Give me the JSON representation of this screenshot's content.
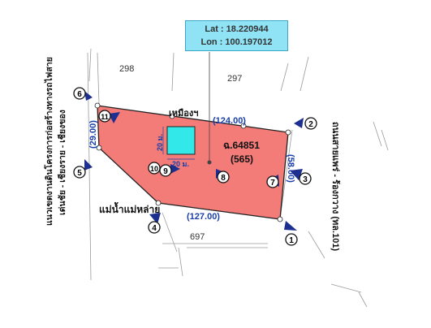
{
  "location": {
    "lat_label": "Lat : 18.220944",
    "lon_label": "Lon : 100.197012"
  },
  "parcel": {
    "deed_no": "ฉ.64851",
    "lot_no": "(565)",
    "fill_color": "#f37b78"
  },
  "dimensions": {
    "top": "(124.00)",
    "right": "(58.00)",
    "bottom": "(127.00)",
    "left": "(29.00)"
  },
  "building": {
    "width_label": "20 ม.",
    "depth_label": "20 ม.",
    "fill_color": "#33e8e8"
  },
  "neighbor_parcels": [
    "298",
    "297",
    "697"
  ],
  "labels": {
    "north": "เหมืองฯ",
    "river": "แม่น้ำแม่หล่าย",
    "road_right": "ถนนสายแพร่ - ร้องกวาง (ทล.101)",
    "road_left_line1": "แนวเขตงานดินโครงการก่อสร้างทางรถไฟสาย",
    "road_left_line2": "เด่นชัย - เชียงราย - เชียงของ"
  },
  "photo_points": [
    "1",
    "2",
    "3",
    "4",
    "5",
    "6",
    "7",
    "8",
    "9",
    "10",
    "11"
  ],
  "colors": {
    "boundary": "#222222",
    "dimension_text": "#1a3fa8",
    "marker_fill": "#1d2f8f"
  }
}
